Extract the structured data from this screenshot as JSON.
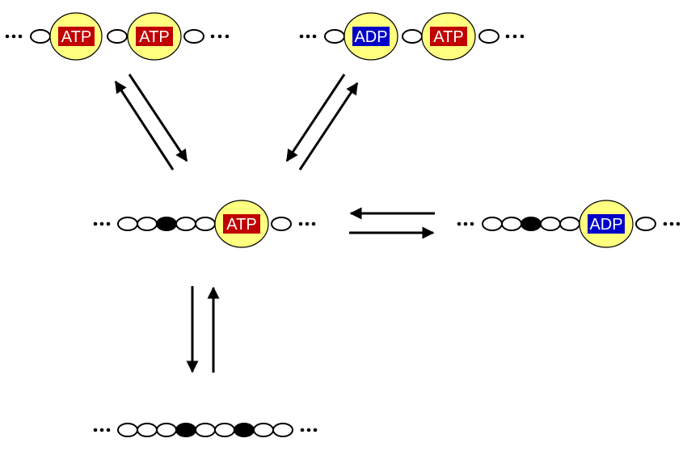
{
  "labels": {
    "atp": "ATP",
    "adp": "ADP"
  },
  "colors": {
    "atp_box": "#c00000",
    "adp_box": "#0000c8",
    "nucleotide_circle": "#ffff80",
    "filled_subunit": "#000000",
    "empty_subunit": "#ffffff"
  },
  "chains": [
    {
      "id": "top-left",
      "units": [
        "empty",
        "atp",
        "empty",
        "atp",
        "empty"
      ]
    },
    {
      "id": "top-right",
      "units": [
        "empty",
        "adp",
        "empty",
        "atp",
        "empty"
      ]
    },
    {
      "id": "middle",
      "units": [
        "empty",
        "empty",
        "filled",
        "empty",
        "empty",
        "atp",
        "empty"
      ]
    },
    {
      "id": "right",
      "units": [
        "empty",
        "empty",
        "filled",
        "empty",
        "empty",
        "adp",
        "empty"
      ]
    },
    {
      "id": "bottom",
      "units": [
        "empty",
        "empty",
        "empty",
        "filled",
        "empty",
        "empty",
        "filled",
        "empty",
        "empty"
      ]
    }
  ],
  "equilibria": [
    {
      "between": [
        "top-left",
        "middle"
      ],
      "type": "reversible"
    },
    {
      "between": [
        "top-right",
        "middle"
      ],
      "type": "reversible"
    },
    {
      "between": [
        "middle",
        "right"
      ],
      "type": "reversible"
    },
    {
      "between": [
        "middle",
        "bottom"
      ],
      "type": "reversible"
    }
  ]
}
